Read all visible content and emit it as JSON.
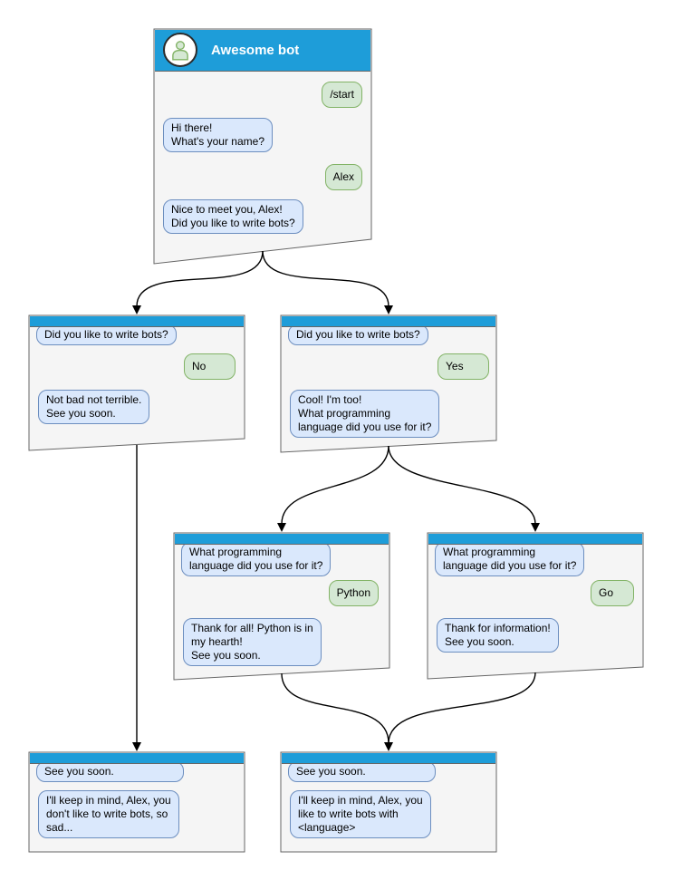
{
  "colors": {
    "header_blue": "#1e9dd9",
    "window_fill": "#f5f5f5",
    "window_border": "#666666",
    "bot_bubble_fill": "#dae8fc",
    "bot_bubble_border": "#6c8ebf",
    "user_bubble_fill": "#d5e8d4",
    "user_bubble_border": "#82b366",
    "connector": "#000000"
  },
  "windows": [
    {
      "name": "awesome-bot",
      "title": "Awesome bot",
      "avatar_icon": "person-icon",
      "bubbles": [
        {
          "from": "user",
          "text": "/start"
        },
        {
          "from": "bot",
          "text": "Hi there!\nWhat's your name?"
        },
        {
          "from": "user",
          "text": "Alex"
        },
        {
          "from": "bot",
          "text": "Nice to meet you, Alex!\nDid you like to write bots?"
        }
      ]
    },
    {
      "name": "branch-no",
      "bubbles": [
        {
          "from": "bot",
          "text": "Did you like to write bots?"
        },
        {
          "from": "user",
          "text": "No"
        },
        {
          "from": "bot",
          "text": "Not bad not terrible.\nSee you soon."
        }
      ]
    },
    {
      "name": "branch-yes",
      "bubbles": [
        {
          "from": "bot",
          "text": "Did you like to write bots?"
        },
        {
          "from": "user",
          "text": "Yes"
        },
        {
          "from": "bot",
          "text": "Cool! I'm too!\nWhat programming\nlanguage did you use for it?"
        }
      ]
    },
    {
      "name": "lang-python",
      "bubbles": [
        {
          "from": "bot",
          "text": "What programming\nlanguage did you use for it?"
        },
        {
          "from": "user",
          "text": "Python"
        },
        {
          "from": "bot",
          "text": "Thank for all! Python is in\nmy hearth!\nSee you soon."
        }
      ]
    },
    {
      "name": "lang-go",
      "bubbles": [
        {
          "from": "bot",
          "text": "What programming\nlanguage did you use for it?"
        },
        {
          "from": "user",
          "text": "Go"
        },
        {
          "from": "bot",
          "text": "Thank for information!\nSee you soon."
        }
      ]
    },
    {
      "name": "end-no",
      "bubbles": [
        {
          "from": "bot",
          "text": "See you soon."
        },
        {
          "from": "bot",
          "text": "I'll keep in mind, Alex, you\ndon't like to write bots, so\nsad..."
        }
      ]
    },
    {
      "name": "end-yes",
      "bubbles": [
        {
          "from": "bot",
          "text": "See you soon."
        },
        {
          "from": "bot",
          "text": "I'll keep in mind, Alex, you\nlike to write bots with\n<language>"
        }
      ]
    }
  ],
  "edges": [
    {
      "from": "awesome-bot",
      "to": "branch-no"
    },
    {
      "from": "awesome-bot",
      "to": "branch-yes"
    },
    {
      "from": "branch-yes",
      "to": "lang-python"
    },
    {
      "from": "branch-yes",
      "to": "lang-go"
    },
    {
      "from": "branch-no",
      "to": "end-no"
    },
    {
      "from": "lang-python",
      "to": "end-yes"
    },
    {
      "from": "lang-go",
      "to": "end-yes"
    }
  ]
}
